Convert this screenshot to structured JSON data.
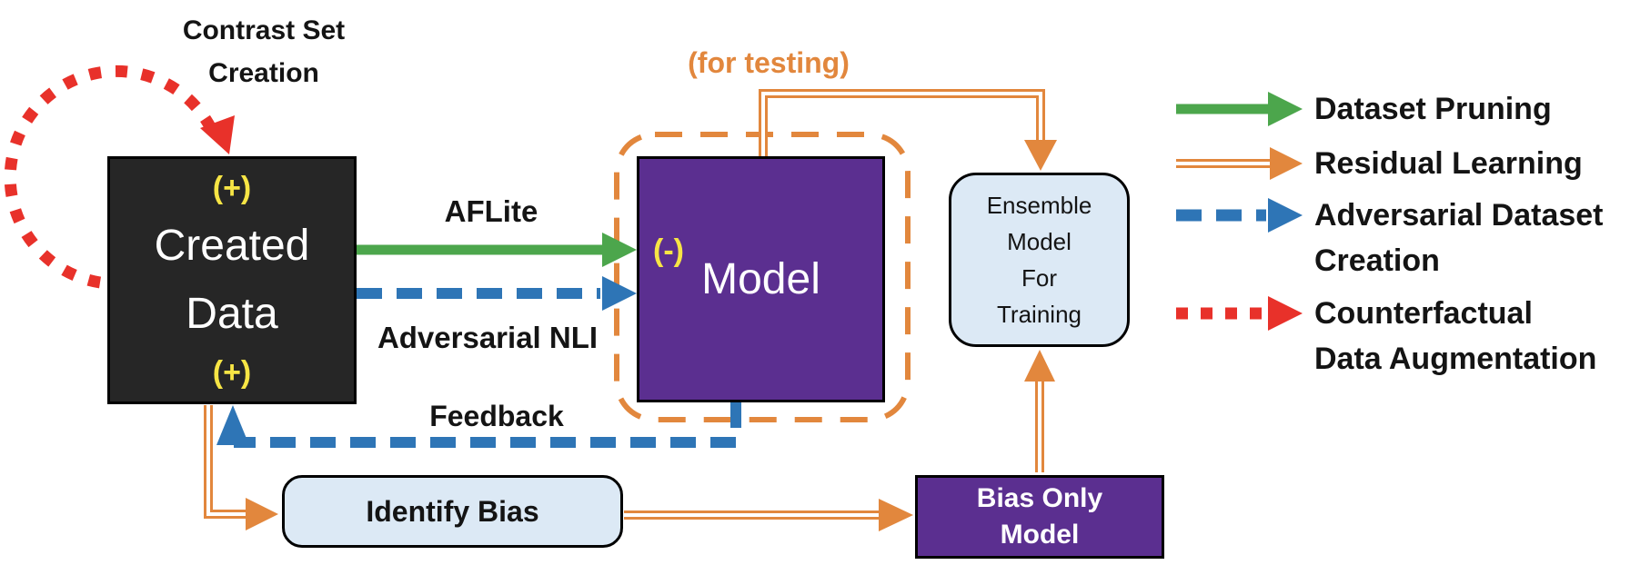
{
  "colors": {
    "green": "#4CA64C",
    "orange": "#E2873D",
    "blue": "#2E75B6",
    "red": "#E8312A",
    "purple": "#5B2F90",
    "dark_box": "#262626",
    "light_blue_box": "#DCE9F5",
    "yellow": "#F7E545",
    "label_text": "#141414"
  },
  "nodes": {
    "created_data": {
      "sign_top": "(+)",
      "name_line1": "Created",
      "name_line2": "Data",
      "sign_bottom": "(+)"
    },
    "model": {
      "sign": "(-)",
      "label": "Model"
    },
    "ensemble": {
      "lines": [
        "Ensemble",
        "Model",
        "For",
        "Training"
      ]
    },
    "identify_bias": {
      "label": "Identify Bias"
    },
    "bias_only_model": {
      "lines": [
        "Bias Only",
        "Model"
      ]
    }
  },
  "edge_labels": {
    "contrast_set_line1": "Contrast Set",
    "contrast_set_line2": "Creation",
    "for_testing": "(for testing)",
    "aflite": "AFLite",
    "adversarial_nli": "Adversarial NLI",
    "feedback": "Feedback"
  },
  "legend": {
    "items": [
      {
        "style": "green-solid-arrow",
        "lines": [
          "Dataset Pruning"
        ]
      },
      {
        "style": "orange-double-arrow",
        "lines": [
          "Residual Learning"
        ]
      },
      {
        "style": "blue-dashed-arrow",
        "lines": [
          "Adversarial Dataset",
          "Creation"
        ]
      },
      {
        "style": "red-dotted-arrow",
        "lines": [
          "Counterfactual",
          "Data Augmentation"
        ]
      }
    ]
  }
}
